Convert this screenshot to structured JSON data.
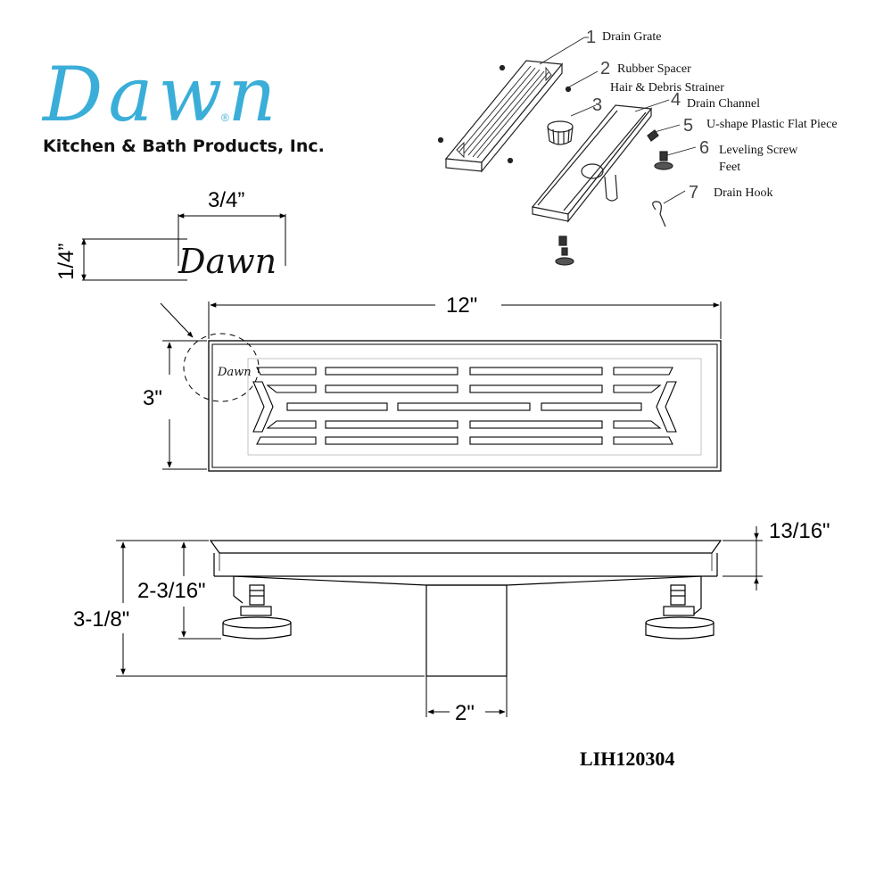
{
  "brand": {
    "logo_text": "Dawn",
    "registered_mark": "®",
    "company_name": "Kitchen & Bath Products, Inc.",
    "logo_color": "#3aaed8"
  },
  "parts": [
    {
      "num": "1",
      "label": "Drain Grate"
    },
    {
      "num": "2",
      "label": "Rubber Spacer"
    },
    {
      "num": "",
      "label": "Hair & Debris Strainer"
    },
    {
      "num": "3",
      "label": ""
    },
    {
      "num": "4",
      "label": "Drain Channel"
    },
    {
      "num": "5",
      "label": "U-shape Plastic Flat Piece"
    },
    {
      "num": "6",
      "label": "Leveling Screw"
    },
    {
      "num": "",
      "label": "Feet"
    },
    {
      "num": "7",
      "label": "Drain Hook"
    }
  ],
  "logo_detail": {
    "width_label": "3/4”",
    "height_label": "1/4”",
    "engraving": "Dawn"
  },
  "top_view": {
    "length_label": "12\"",
    "width_label": "3\"",
    "engraving": "Dawn"
  },
  "side_view": {
    "grate_height_label": "13/16\"",
    "leg_height_label": "2-3/16\"",
    "total_height_label": "3-1/8\"",
    "outlet_label": "2\""
  },
  "model_number": "LIH120304"
}
